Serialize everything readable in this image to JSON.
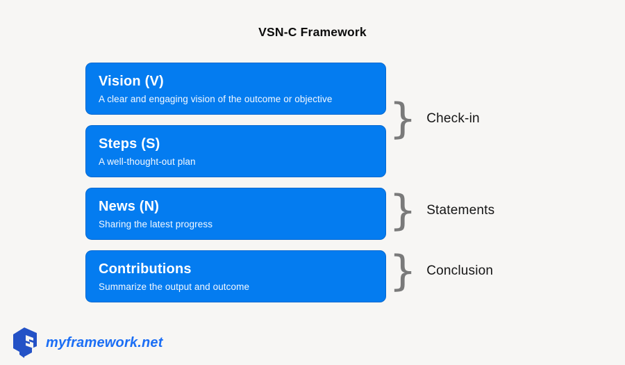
{
  "title": "VSN-C Framework",
  "rows": [
    {
      "heading": "Vision (V)",
      "description": "A clear and engaging vision of the outcome or objective"
    },
    {
      "heading": "Steps (S)",
      "description": "A well-thought-out plan"
    },
    {
      "heading": "News (N)",
      "description": "Sharing the latest progress"
    },
    {
      "heading": "Contributions",
      "description": "Summarize the output and outcome"
    }
  ],
  "brace_char": "}",
  "annotations": [
    {
      "label": "Check-in"
    },
    {
      "label": "Statements"
    },
    {
      "label": "Conclusion"
    }
  ],
  "footer": {
    "site": "myframework.net",
    "logo_icon": "cube-logo-icon"
  },
  "colors": {
    "box_blue": "#047cf0",
    "box_border": "#0568d0",
    "background": "#f7f6f4",
    "brace_gray": "#7a7a7a",
    "logo_blue": "#2452c6",
    "site_link_blue": "#1b6ef5",
    "title_black": "#0c0c0c"
  }
}
